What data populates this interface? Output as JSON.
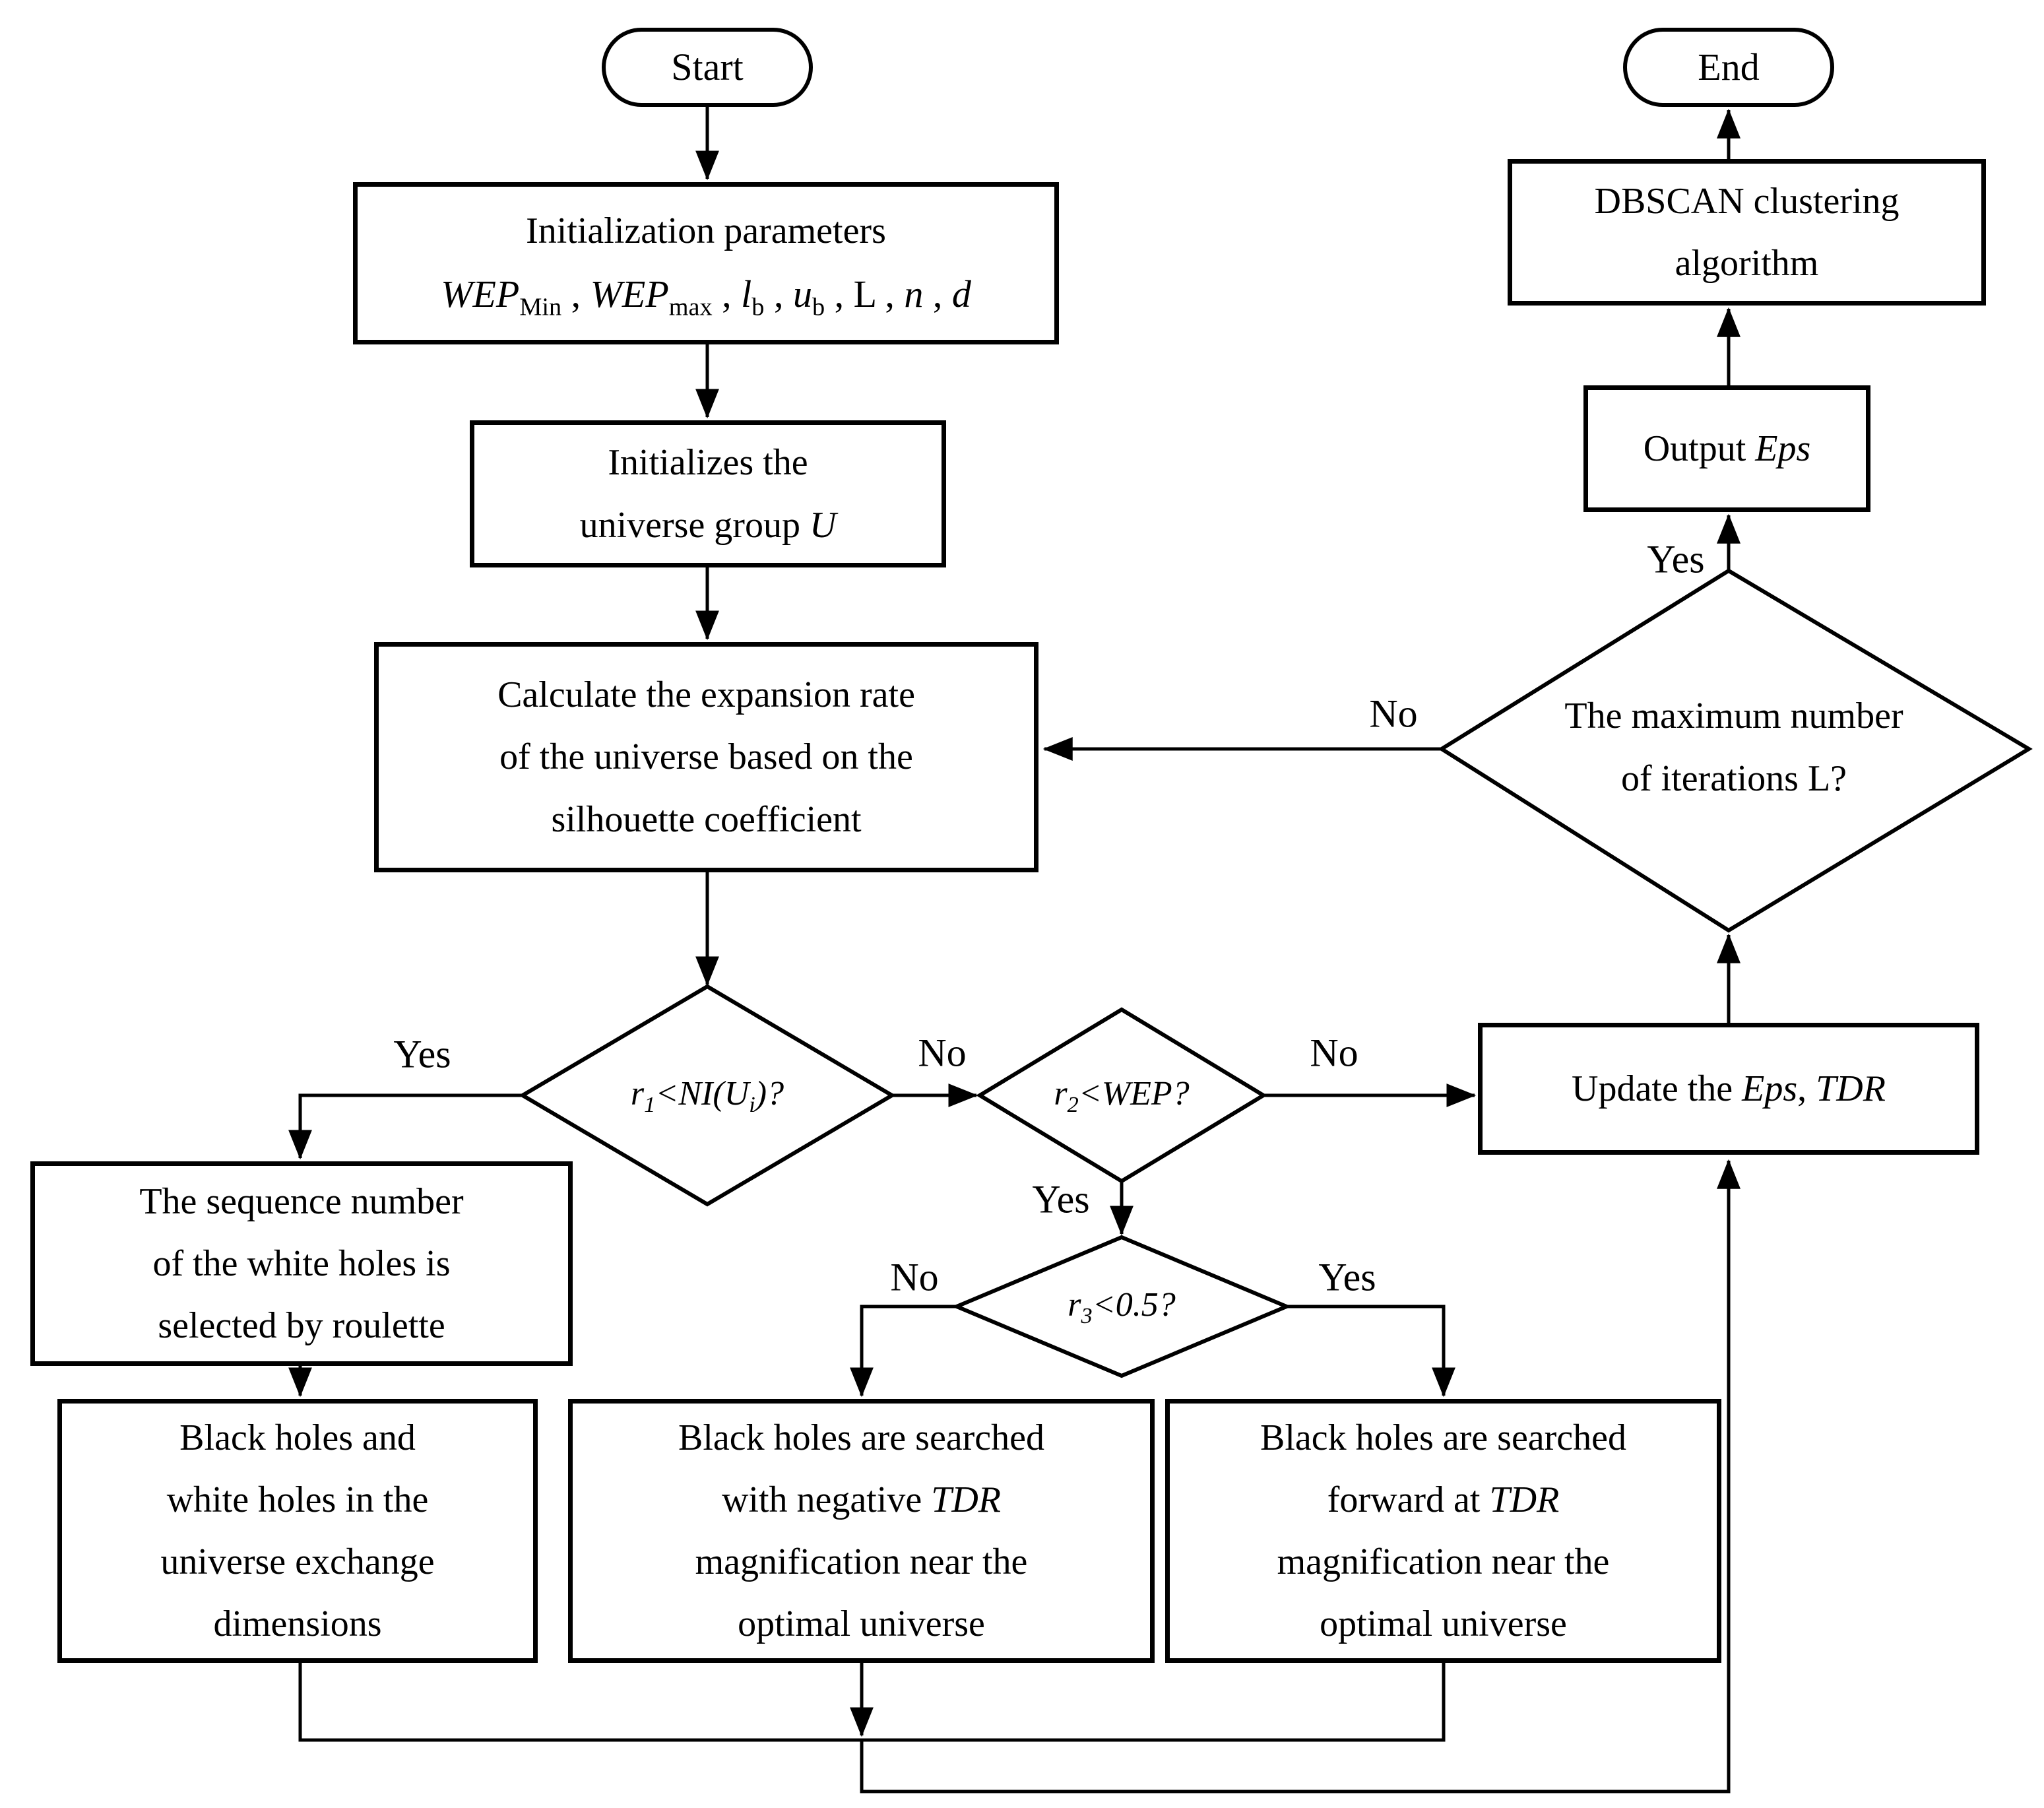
{
  "flowchart": {
    "nodes": {
      "start": {
        "label": "Start"
      },
      "end": {
        "label": "End"
      },
      "init": {
        "title": "Initialization parameters",
        "params": {
          "wep1": "WEP",
          "wep1_sub": "Min",
          "sep1": " , ",
          "wep2": "WEP",
          "wep2_sub": "max",
          "sep2": " , ",
          "lb": "l",
          "lb_sub": "b",
          "sep3": " , ",
          "ub": "u",
          "ub_sub": "b",
          "sep4": " , ",
          "L": "L",
          "sep5": " , ",
          "n": "n",
          "sep6": " , ",
          "d": "d"
        }
      },
      "init_universe": {
        "line1": "Initializes the",
        "line2_pre": "universe group ",
        "line2_var": "U"
      },
      "calc_expansion": {
        "lines": [
          "Calculate the expansion rate",
          "of the universe based on the",
          "silhouette coefficient"
        ]
      },
      "decision_r1": {
        "var": "r",
        "var_sub": "1",
        "op": "<",
        "rhs_pre": "NI(U",
        "rhs_sub": "i",
        "rhs_post": ")?"
      },
      "decision_r2": {
        "var": "r",
        "var_sub": "2",
        "op": "<",
        "rhs": "WEP?"
      },
      "decision_r3": {
        "var": "r",
        "var_sub": "3",
        "op": "<",
        "rhs": "0.5?"
      },
      "roulette": {
        "lines": [
          "The sequence number",
          "of the white holes is",
          "selected by roulette"
        ]
      },
      "exchange": {
        "lines": [
          "Black holes and",
          "white holes in the",
          "universe exchange",
          "dimensions"
        ]
      },
      "negative_tdr": {
        "line1": "Black holes are searched",
        "line2_pre": "with negative ",
        "line2_var": "TDR",
        "line3": "magnification near the",
        "line4": "optimal universe"
      },
      "forward_tdr": {
        "line1": "Black holes are searched",
        "line2_pre": "forward at ",
        "line2_var": "TDR",
        "line3": "magnification near the",
        "line4": "optimal universe"
      },
      "update": {
        "pre": "Update the ",
        "var1": "Eps",
        "sep": ", ",
        "var2": "TDR"
      },
      "decision_max_iter": {
        "lines": [
          "The maximum number",
          "of iterations L?"
        ]
      },
      "output": {
        "pre": "Output ",
        "var": "Eps"
      },
      "dbscan": {
        "lines": [
          "DBSCAN clustering",
          "algorithm"
        ]
      }
    },
    "edge_labels": {
      "r1_yes": "Yes",
      "r1_no": "No",
      "r2_no": "No",
      "r2_yes": "Yes",
      "r3_no": "No",
      "r3_yes": "Yes",
      "max_no": "No",
      "max_yes": "Yes"
    },
    "colors": {
      "stroke": "#000000",
      "background": "#ffffff",
      "text": "#000000"
    }
  }
}
